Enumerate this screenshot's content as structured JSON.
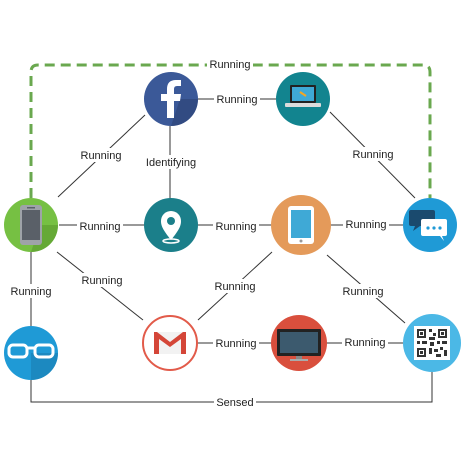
{
  "diagram": {
    "nodes": [
      {
        "id": "facebook",
        "icon": "facebook-icon",
        "color": "#3b5998"
      },
      {
        "id": "laptop",
        "icon": "laptop-icon",
        "color": "#12848f"
      },
      {
        "id": "phone",
        "icon": "smartphone-icon",
        "color": "#76c043"
      },
      {
        "id": "location",
        "icon": "location-pin-icon",
        "color": "#1b7f8a"
      },
      {
        "id": "tablet",
        "icon": "tablet-icon",
        "color": "#e49a5a"
      },
      {
        "id": "chat",
        "icon": "chat-bubble-icon",
        "color": "#1f9ad6"
      },
      {
        "id": "glasses",
        "icon": "smart-glasses-icon",
        "color": "#1f9ad6"
      },
      {
        "id": "gmail",
        "icon": "gmail-icon",
        "color": "#ffffff"
      },
      {
        "id": "monitor",
        "icon": "monitor-icon",
        "color": "#d94f3d"
      },
      {
        "id": "qrcode",
        "icon": "qr-code-icon",
        "color": "#4bb8e6"
      }
    ],
    "edges": [
      {
        "from": "facebook",
        "to": "laptop",
        "label": "Running"
      },
      {
        "from": "phone",
        "to": "facebook",
        "label": "Running"
      },
      {
        "from": "facebook",
        "to": "location",
        "label": "Identifying"
      },
      {
        "from": "laptop",
        "to": "chat",
        "label": "Running"
      },
      {
        "from": "phone",
        "to": "location",
        "label": "Running"
      },
      {
        "from": "location",
        "to": "tablet",
        "label": "Running"
      },
      {
        "from": "tablet",
        "to": "chat",
        "label": "Running"
      },
      {
        "from": "phone",
        "to": "gmail",
        "label": "Running"
      },
      {
        "from": "phone",
        "to": "glasses",
        "label": "Running"
      },
      {
        "from": "tablet",
        "to": "gmail",
        "label": "Running"
      },
      {
        "from": "tablet",
        "to": "qrcode",
        "label": "Running"
      },
      {
        "from": "gmail",
        "to": "monitor",
        "label": "Running"
      },
      {
        "from": "monitor",
        "to": "qrcode",
        "label": "Running"
      },
      {
        "from": "glasses",
        "to": "qrcode",
        "label": "Sensed"
      },
      {
        "from": "phone",
        "to": "chat",
        "label": "Running"
      }
    ]
  }
}
